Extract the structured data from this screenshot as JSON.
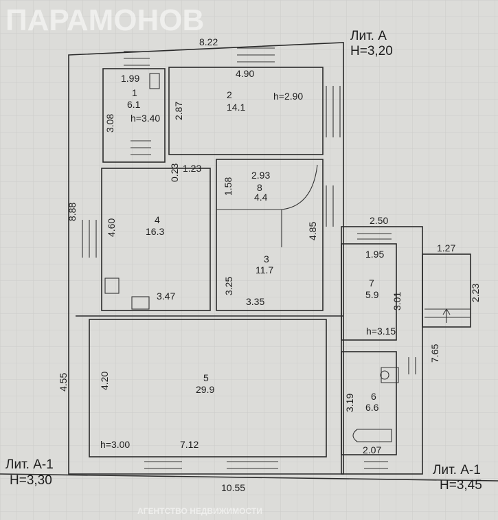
{
  "plan": {
    "lit_a": {
      "name": "Лит. А",
      "height": "H=3,20"
    },
    "lit_a1_left": {
      "name": "Лит. А-1",
      "height": "H=3,30"
    },
    "lit_a1_right": {
      "name": "Лит. А-1",
      "height": "H=3,45"
    },
    "rooms": [
      {
        "num": "1",
        "area": "6.1",
        "h": "h=3.40"
      },
      {
        "num": "2",
        "area": "14.1",
        "h": "h=2.90"
      },
      {
        "num": "8",
        "area": "4.4"
      },
      {
        "num": "4",
        "area": "16.3"
      },
      {
        "num": "3",
        "area": "11.7"
      },
      {
        "num": "5",
        "area": "29.9",
        "h": "h=3.00"
      },
      {
        "num": "7",
        "area": "5.9",
        "h": "h=3.15"
      },
      {
        "num": "6",
        "area": "6.6"
      }
    ],
    "dims": {
      "top": "8.22",
      "left": "8.88",
      "bottom": "10.55",
      "left_lower": "4.55",
      "right_annex": "7.65",
      "r1_w": "1.99",
      "r1_h": "3.08",
      "r2_w": "4.90",
      "r2_h": "2.87",
      "wall": "0.23",
      "corr": "1.23",
      "r8_w": "2.93",
      "r8_h": "1.58",
      "r4_h": "4.60",
      "r4_w": "3.47",
      "r3_h": "4.85",
      "r3_w": "3.35",
      "stair": "3.25",
      "r5_h": "4.20",
      "r5_w": "7.12",
      "annex_w": "2.50",
      "r7_w": "1.95",
      "r7_h": "3.01",
      "porch_w": "1.27",
      "porch_h": "2.23",
      "r6_h": "3.19",
      "r6_w": "2.07"
    },
    "watermark": {
      "brand": "ПАРАМОНОВ",
      "agency": "АГЕНТСТВО НЕДВИЖИМОСТИ"
    }
  }
}
